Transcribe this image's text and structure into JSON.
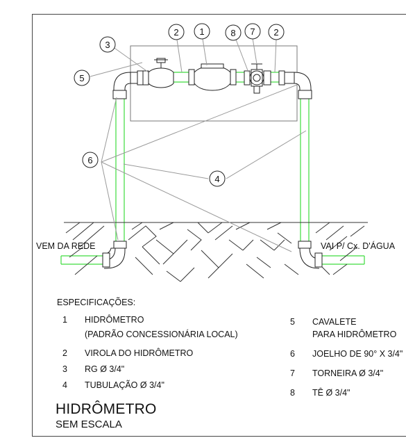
{
  "callouts": [
    "1",
    "2",
    "3",
    "4",
    "5",
    "6",
    "7",
    "8"
  ],
  "labels": {
    "left_pipe": "VEM DA REDE",
    "right_pipe": "VAI P/ Cx. D'ÁGUA"
  },
  "specifications": {
    "heading": "ESPECIFICAÇÕES:",
    "items": [
      {
        "num": "1",
        "text": "HIDRÔMETRO",
        "text2": "(PADRÃO CONCESSIONÁRIA LOCAL)"
      },
      {
        "num": "2",
        "text": "VIROLA DO HIDRÔMETRO"
      },
      {
        "num": "3",
        "text": "RG Ø 3/4\""
      },
      {
        "num": "4",
        "text": "TUBULAÇÃO Ø 3/4\""
      },
      {
        "num": "5",
        "text": "CAVALETE",
        "text2": "PARA HIDRÔMETRO"
      },
      {
        "num": "6",
        "text": "JOELHO DE 90° X 3/4\""
      },
      {
        "num": "7",
        "text": "TORNEIRA Ø 3/4\""
      },
      {
        "num": "8",
        "text": "TÊ Ø 3/4\""
      }
    ]
  },
  "title": "HIDRÔMETRO",
  "subtitle": "SEM ESCALA",
  "colors": {
    "pipe": "#3ddc3d",
    "line": "#222222",
    "leader": "#9a9a9a"
  }
}
